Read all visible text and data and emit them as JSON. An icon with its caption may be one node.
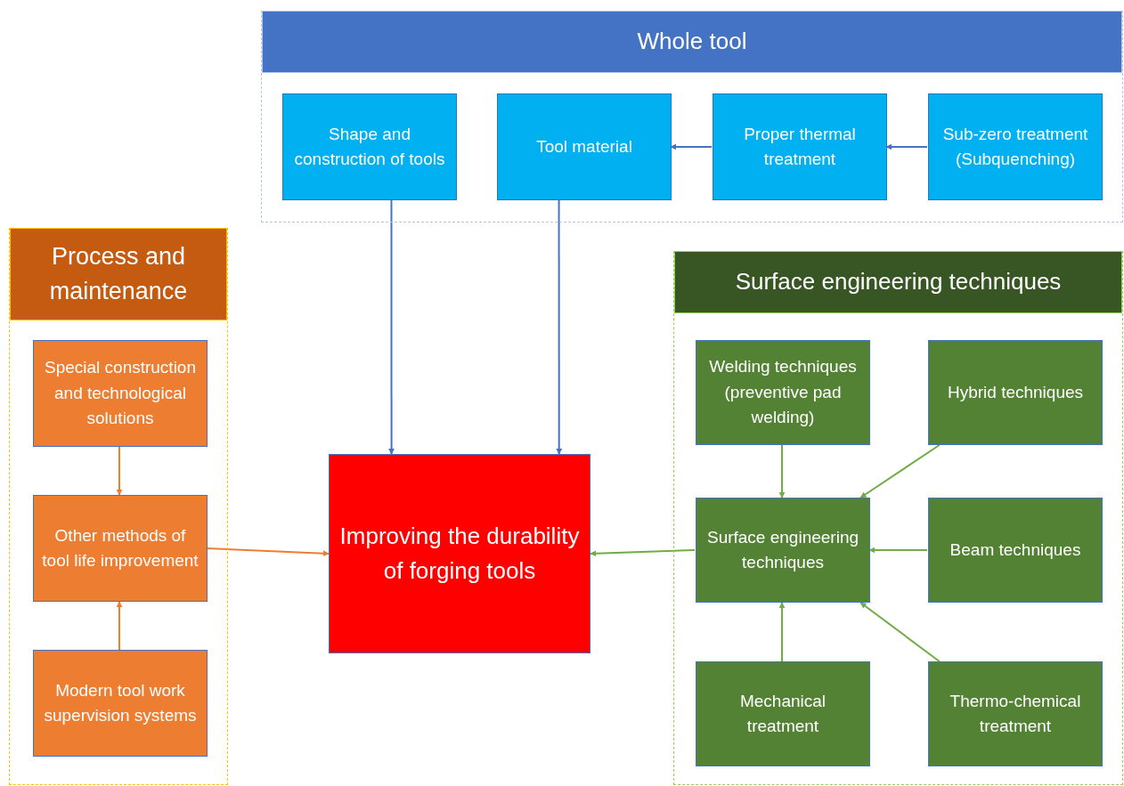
{
  "diagram": {
    "nodes": [
      {
        "text": [
          "Whole tool"
        ]
      },
      {
        "text": [
          "Shape and construction of tools"
        ],
        "in": 0
      },
      {
        "text": [
          "Tool material"
        ],
        "in": 0
      },
      {
        "text": [
          "Proper thermal treatment"
        ],
        "in": 0
      },
      {
        "text": [
          "Sub-zero treatment (Subquenching)"
        ],
        "in": 0
      },
      {
        "text": [
          "Process and maintenance"
        ]
      },
      {
        "text": [
          "Special construction and technological solutions"
        ],
        "in": 5
      },
      {
        "text": [
          "Other methods of tool life improvement"
        ],
        "in": 5
      },
      {
        "text": [
          "Modern tool work supervision systems"
        ],
        "in": 5
      },
      {
        "text": [
          "Improving the durability of forging tools"
        ]
      },
      {
        "text": [
          "Surface engineering techniques"
        ]
      },
      {
        "text": [
          "Welding techniques (preventive pad welding)"
        ],
        "in": 10
      },
      {
        "text": [
          "Hybrid techniques"
        ],
        "in": 10
      },
      {
        "text": [
          "Surface engineering techniques"
        ],
        "in": 10
      },
      {
        "text": [
          "Beam techniques"
        ],
        "in": 10
      },
      {
        "text": [
          "Mechanical treatment"
        ],
        "in": 10
      },
      {
        "text": [
          "Thermo-chemical treatment"
        ],
        "in": 10
      }
    ],
    "edges": [
      {
        "from": 3,
        "to": 2,
        "arrow": "to",
        "color": "#4472c4"
      },
      {
        "from": 4,
        "to": 3,
        "arrow": "to",
        "color": "#4472c4"
      },
      {
        "from": 1,
        "to": 9,
        "arrow": "to",
        "color": "#4472c4"
      },
      {
        "from": 2,
        "to": 9,
        "arrow": "to",
        "color": "#4472c4"
      },
      {
        "from": 6,
        "to": 7,
        "arrow": "to",
        "color": "#ed7d31"
      },
      {
        "from": 8,
        "to": 7,
        "arrow": "to",
        "color": "#ed7d31"
      },
      {
        "from": 7,
        "to": 9,
        "arrow": "to",
        "color": "#ed7d31"
      },
      {
        "from": 13,
        "to": 9,
        "arrow": "to"
      },
      {
        "from": 11,
        "to": 13,
        "arrow": "to"
      },
      {
        "from": 12,
        "to": 13,
        "arrow": "to"
      },
      {
        "from": 14,
        "to": 13,
        "arrow": "to"
      },
      {
        "from": 15,
        "to": 13,
        "arrow": "to"
      },
      {
        "from": 16,
        "to": 13,
        "arrow": "to"
      }
    ]
  }
}
